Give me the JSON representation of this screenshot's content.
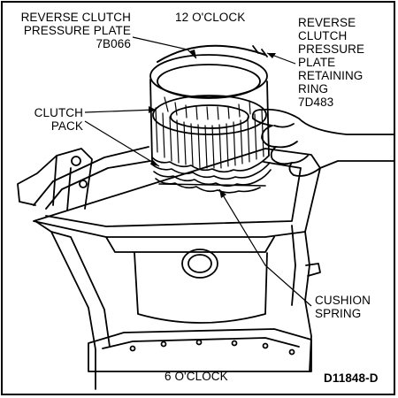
{
  "figure": {
    "labels": {
      "reverse_clutch_pressure_plate": [
        "REVERSE CLUTCH",
        "PRESSURE PLATE",
        "7B066"
      ],
      "twelve_oclock": "12 O'CLOCK",
      "retaining_ring": [
        "REVERSE",
        "CLUTCH",
        "PRESSURE",
        "PLATE",
        "RETAINING",
        "RING",
        "7D483"
      ],
      "clutch_pack": [
        "CLUTCH",
        "PACK"
      ],
      "cushion_spring": [
        "CUSHION",
        "SPRING"
      ],
      "six_oclock": "6 O'CLOCK",
      "figure_id": "D11848-D"
    }
  }
}
